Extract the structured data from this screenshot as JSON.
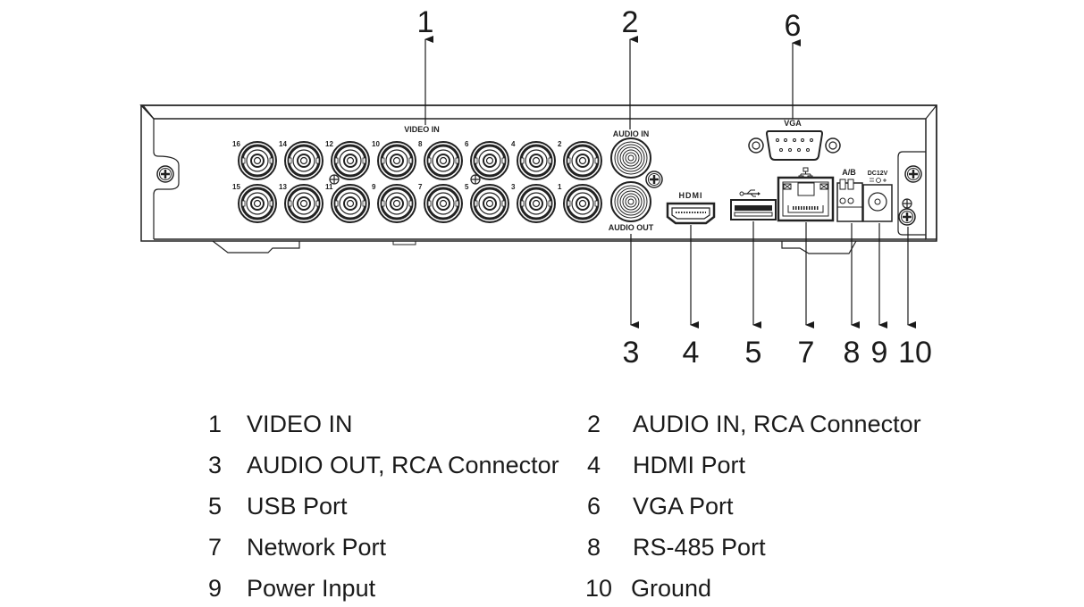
{
  "panel_labels": {
    "video_in": "VIDEO IN",
    "audio_in": "AUDIO IN",
    "audio_out": "AUDIO OUT",
    "vga": "VGA",
    "hdmi": "HDMI",
    "rs485": "A/B",
    "dc": "DC12V"
  },
  "video_channels": {
    "top_row": [
      "16",
      "14",
      "12",
      "10",
      "8",
      "6",
      "4",
      "2"
    ],
    "bottom_row": [
      "15",
      "13",
      "11",
      "9",
      "7",
      "5",
      "3",
      "1"
    ]
  },
  "callouts": {
    "top": [
      "1",
      "2",
      "6"
    ],
    "bottom": [
      "3",
      "4",
      "5",
      "7",
      "8",
      "9",
      "10"
    ]
  },
  "legend": [
    {
      "num": "1",
      "label": "VIDEO IN"
    },
    {
      "num": "2",
      "label": "AUDIO IN, RCA Connector"
    },
    {
      "num": "3",
      "label": "AUDIO OUT, RCA Connector"
    },
    {
      "num": "4",
      "label": "HDMI Port"
    },
    {
      "num": "5",
      "label": "USB Port"
    },
    {
      "num": "6",
      "label": "VGA Port"
    },
    {
      "num": "7",
      "label": "Network Port"
    },
    {
      "num": "8",
      "label": "RS-485 Port"
    },
    {
      "num": "9",
      "label": "Power Input"
    },
    {
      "num": "10",
      "label": "Ground"
    }
  ]
}
